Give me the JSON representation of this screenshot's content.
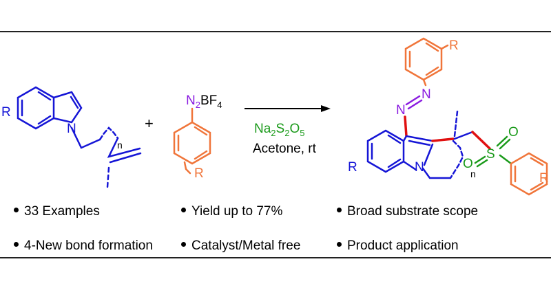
{
  "reagent": {
    "diazonium_n": "N",
    "diazonium_subscript": "2",
    "diazonium_bf": "BF",
    "diazonium_bf_subscript": "4",
    "r_label": "R"
  },
  "substrate": {
    "r_label": "R",
    "n_label": "N",
    "n_subscript": "n"
  },
  "plus": "+",
  "conditions": {
    "reagent_na": "Na",
    "reagent_sub1": "2",
    "reagent_s": "S",
    "reagent_sub2": "2",
    "reagent_o": "O",
    "reagent_sub3": "5",
    "solvent": "Acetone, rt"
  },
  "product": {
    "r_label_left": "R",
    "r_label_top": "R",
    "r_label_right": "R",
    "n_ring": "N",
    "n_azo_1": "N",
    "n_azo_2": "N",
    "s_label": "S",
    "o_top": "O",
    "o_bottom": "O",
    "n_subscript": "n"
  },
  "colors": {
    "blue": "#1515d6",
    "orange": "#f0753a",
    "purple": "#8a1be0",
    "green": "#1a9a1a",
    "red": "#e01010"
  },
  "bullets": [
    "33 Examples",
    "Yield up to 77%",
    "Broad substrate scope",
    "4-New bond formation",
    "Catalyst/Metal free",
    "Product application"
  ]
}
